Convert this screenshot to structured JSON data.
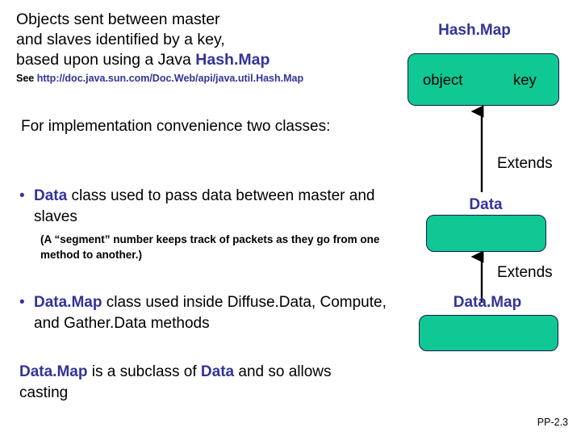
{
  "slide": {
    "page_number": "PP-2.3",
    "colors": {
      "keyword_blue": "#333399",
      "box_green": "#0FC894",
      "box_border": "#1a1a4d",
      "text_black": "#000000",
      "background": "#ffffff"
    }
  },
  "lead": {
    "line1": "Objects sent between master",
    "line2": "and slaves identified by a key,",
    "line3_prefix": "based upon using a Java ",
    "line3_keyword": "Hash.Map",
    "see_prefix": "See ",
    "see_url": "http://doc.java.sun.com/Doc.Web/api/java.util.Hash.Map"
  },
  "body": {
    "implementation_note": "For implementation convenience two classes:",
    "bullet_data": {
      "marker": "•",
      "keyword": "Data",
      "text": " class used to pass data between master and slaves"
    },
    "sub_note": "(A “segment” number keeps track of packets as they go from one method to another.)",
    "bullet_datamap": {
      "marker": "•",
      "keyword": "Data.Map",
      "text": " class used inside Diffuse.Data, Compute, and Gather.Data methods"
    },
    "closing": {
      "keyword1": "Data.Map",
      "middle": " is a subclass of ",
      "keyword2": "Data",
      "tail": " and so allows casting"
    }
  },
  "diagram": {
    "nodes": [
      {
        "id": "hashmap",
        "label": "Hash.Map",
        "cells": [
          "object",
          "key"
        ]
      },
      {
        "id": "data",
        "label": "Data",
        "cells": []
      },
      {
        "id": "datamap",
        "label": "Data.Map",
        "cells": []
      }
    ],
    "edges": [
      {
        "id": "edge-data-to-hashmap",
        "label": "Extends",
        "from": "data",
        "to": "hashmap"
      },
      {
        "id": "edge-datamap-to-data",
        "label": "Extends",
        "from": "datamap",
        "to": "data"
      }
    ]
  }
}
